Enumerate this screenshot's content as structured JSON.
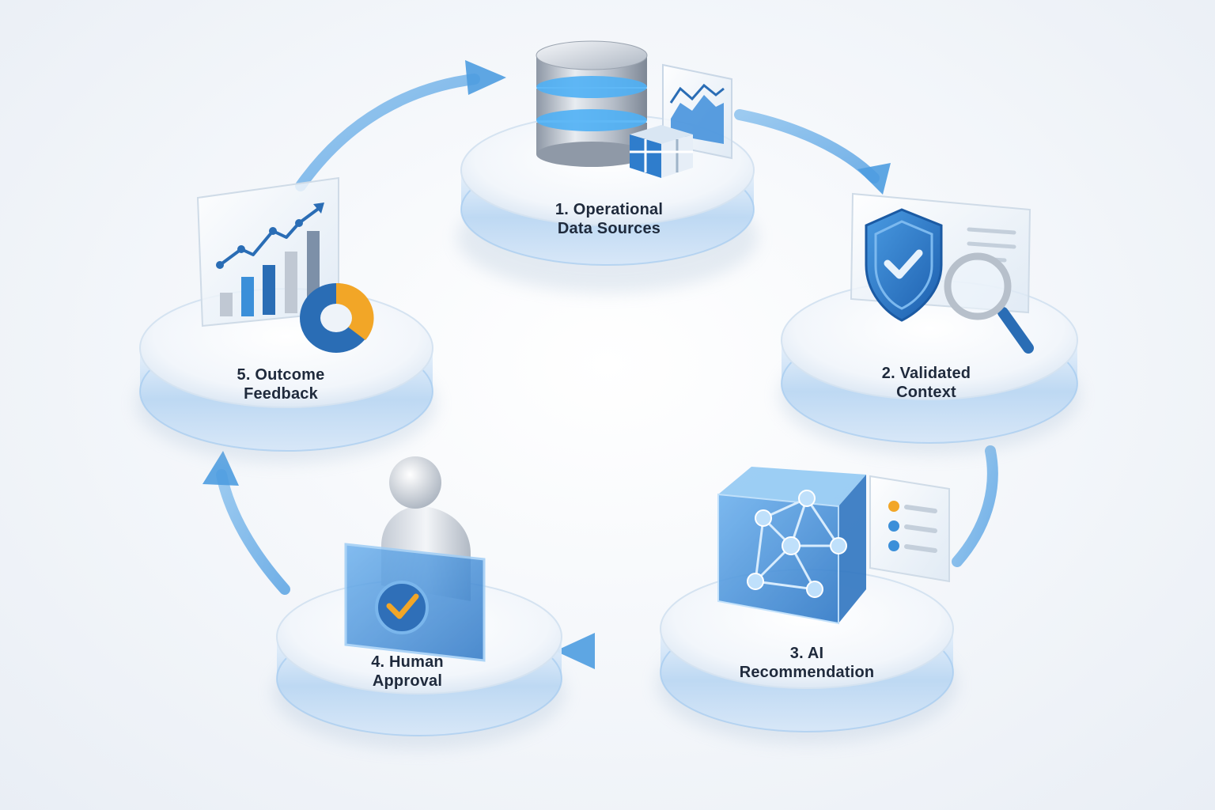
{
  "diagram": {
    "type": "cycle",
    "accent_color": "#3b8fd9",
    "dark_blue": "#2a6db5",
    "highlight_color": "#f2a627",
    "steps": [
      {
        "line1": "1. Operational",
        "line2": "Data Sources",
        "icon": "database-icon"
      },
      {
        "line1": "2. Validated",
        "line2": "Context",
        "icon": "shield-check-icon"
      },
      {
        "line1": "3. AI",
        "line2": "Recommendation",
        "icon": "network-cube-icon"
      },
      {
        "line1": "4. Human",
        "line2": "Approval",
        "icon": "user-approval-icon"
      },
      {
        "line1": "5. Outcome",
        "line2": "Feedback",
        "icon": "growth-chart-icon"
      }
    ]
  }
}
